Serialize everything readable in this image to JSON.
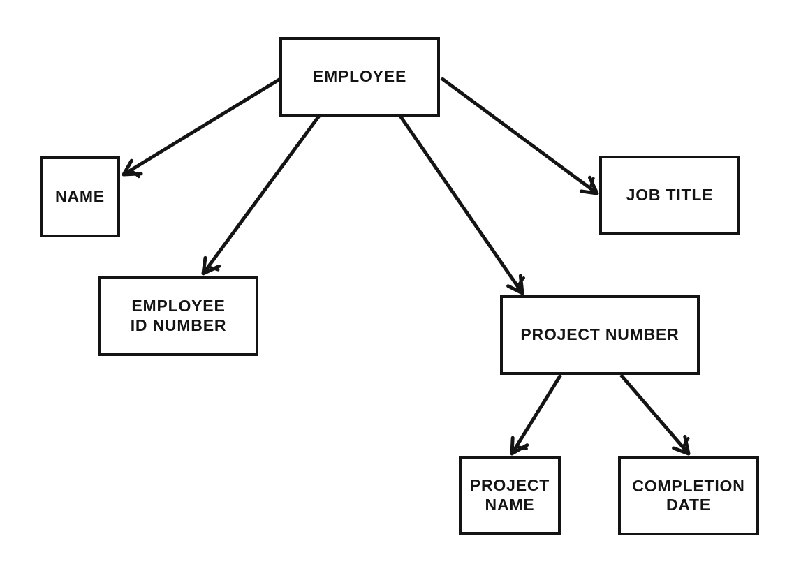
{
  "diagram": {
    "type": "hierarchy-tree",
    "description": "Attribute tree of the EMPLOYEE record: employee points to its attributes, and project number points to its own sub-attributes.",
    "colors": {
      "stroke": "#141414",
      "background": "#ffffff"
    },
    "nodes": [
      {
        "id": "employee",
        "label": "EMPLOYEE"
      },
      {
        "id": "name",
        "label": "NAME"
      },
      {
        "id": "job-title",
        "label": "JOB TITLE"
      },
      {
        "id": "employee-id-number",
        "label": "EMPLOYEE\nID NUMBER"
      },
      {
        "id": "project-number",
        "label": "PROJECT NUMBER"
      },
      {
        "id": "project-name",
        "label": "PROJECT\nNAME"
      },
      {
        "id": "completion-date",
        "label": "COMPLETION\nDATE"
      }
    ],
    "edges": [
      {
        "from": "employee",
        "to": "name"
      },
      {
        "from": "employee",
        "to": "employee-id-number"
      },
      {
        "from": "employee",
        "to": "project-number"
      },
      {
        "from": "employee",
        "to": "job-title"
      },
      {
        "from": "project-number",
        "to": "project-name"
      },
      {
        "from": "project-number",
        "to": "completion-date"
      }
    ]
  }
}
